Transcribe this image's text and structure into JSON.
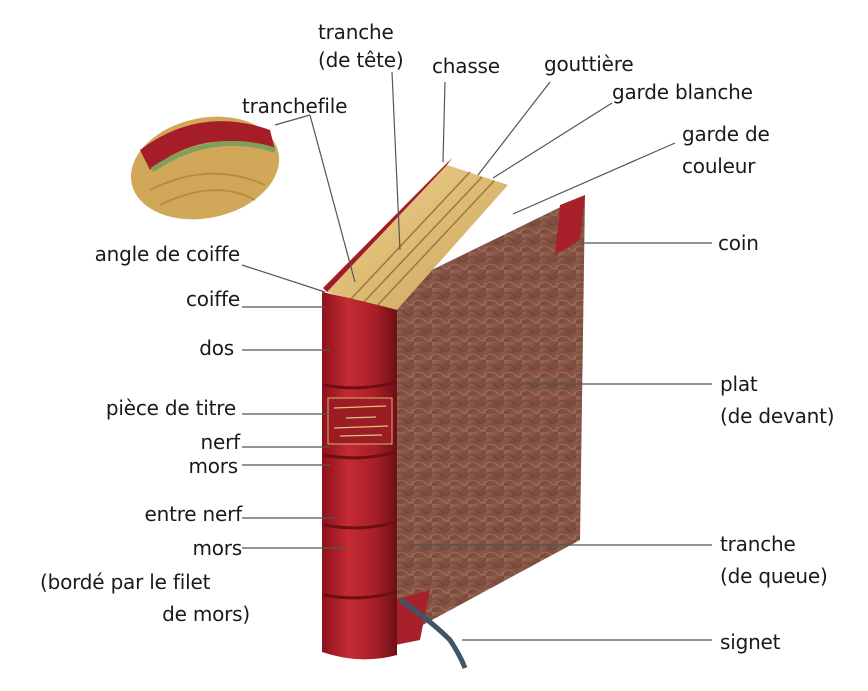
{
  "labels": {
    "tranche_tete_1": "tranche",
    "tranche_tete_2": "(de tête)",
    "chasse": "chasse",
    "gouttiere": "gouttière",
    "garde_blanche": "garde blanche",
    "garde_couleur_1": "garde de",
    "garde_couleur_2": "couleur",
    "tranchefile": "tranchefile",
    "coin": "coin",
    "angle_coiffe": "angle de coiffe",
    "coiffe": "coiffe",
    "dos": "dos",
    "plat_1": "plat",
    "plat_2": "(de devant)",
    "piece_titre": "pièce de titre",
    "nerf": "nerf",
    "mors": "mors",
    "entre_nerf": "entre nerf",
    "mors2": "mors",
    "mors_filet_1": "(bordé par le filet",
    "mors_filet_2": "de mors)",
    "tranche_queue_1": "tranche",
    "tranche_queue_2": "(de queue)",
    "signet": "signet"
  },
  "colors": {
    "leather": "#b3202a",
    "leather_dark": "#7e1218",
    "board_marble": "#8a5a4a",
    "page_edge": "#e6c47a",
    "ribbon": "#3f5566",
    "leader": "#555555"
  }
}
